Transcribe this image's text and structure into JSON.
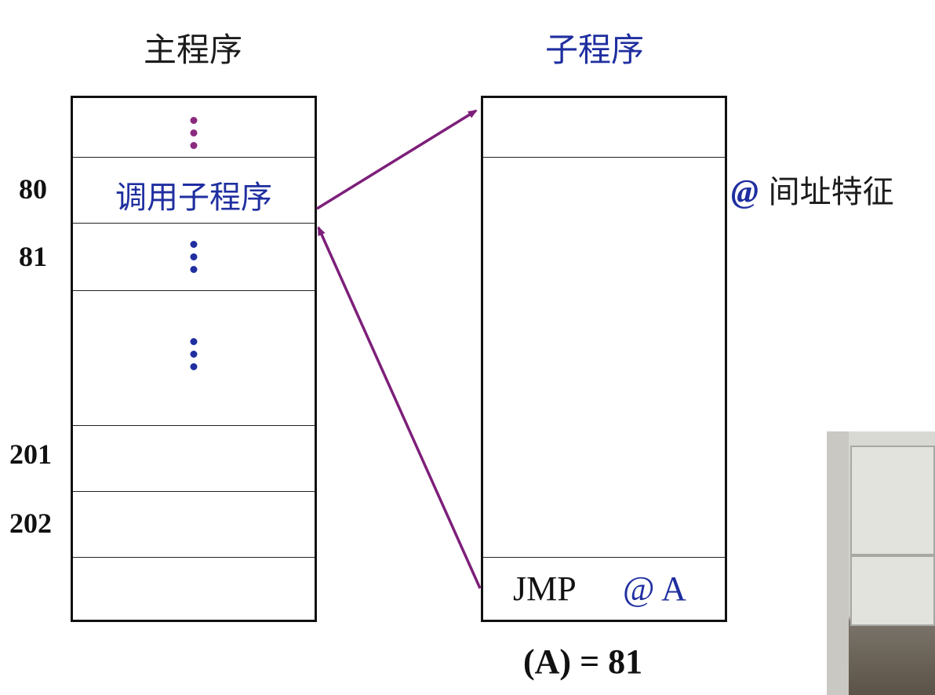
{
  "main_program": {
    "title": "主程序",
    "call_instruction": "调用子程序",
    "addresses": [
      "80",
      "81",
      "201",
      "202"
    ]
  },
  "subroutine": {
    "title": "子程序",
    "jmp_mnemonic": "JMP",
    "jmp_operand": "@ A",
    "indirect_symbol": "@",
    "indirect_label": "间址特征",
    "a_value": "(A) = 81"
  },
  "colors": {
    "arrow": "#7d1f7a",
    "blue_text": "#1f2fa0",
    "purple_dots": "#8a2a7e"
  },
  "icons": [
    "vertical-ellipsis-icon",
    "arrow-icon"
  ]
}
